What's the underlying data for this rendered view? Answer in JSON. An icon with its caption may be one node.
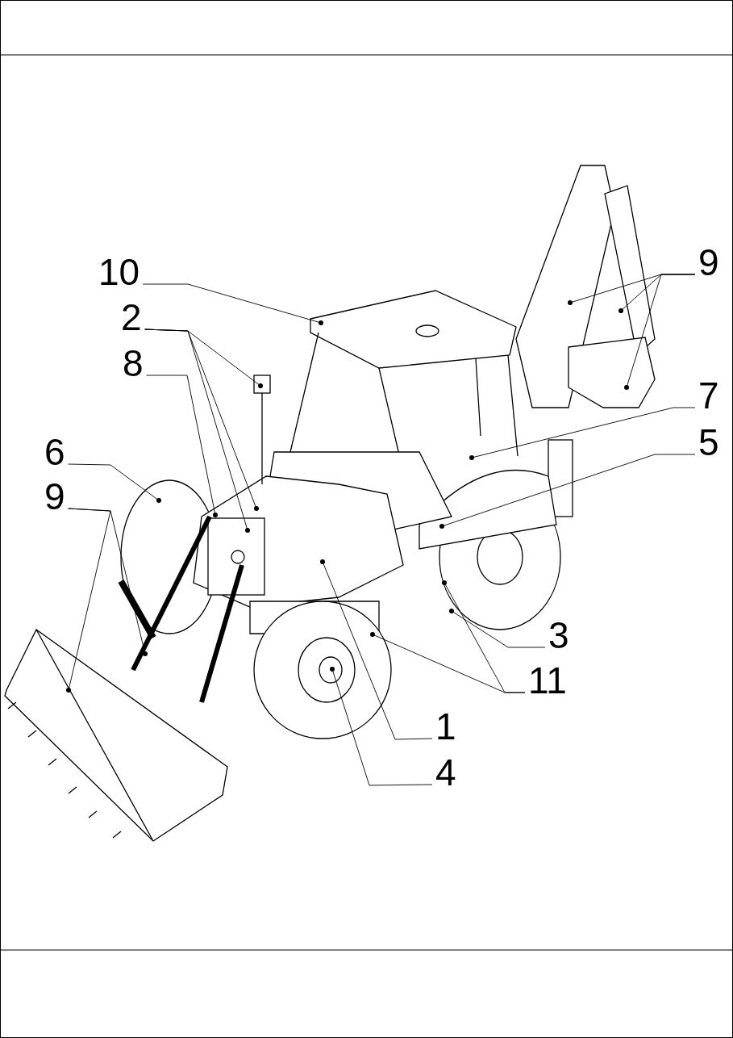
{
  "diagram": {
    "nodes": [
      {
        "text": [
          "9"
        ]
      },
      {
        "text": [
          "10"
        ]
      },
      {
        "text": [
          "2"
        ]
      },
      {
        "text": [
          "8"
        ]
      },
      {
        "text": [
          "7"
        ]
      },
      {
        "text": [
          "5"
        ]
      },
      {
        "text": [
          "6"
        ]
      },
      {
        "text": [
          "9"
        ]
      },
      {
        "text": [
          "3"
        ]
      },
      {
        "text": [
          "11"
        ]
      },
      {
        "text": [
          "1"
        ]
      },
      {
        "text": [
          "4"
        ]
      }
    ],
    "edges": [
      {
        "from": 0,
        "to": null,
        "arrow": "other"
      },
      {
        "from": 0,
        "to": null,
        "arrow": "other"
      },
      {
        "from": 0,
        "to": null,
        "arrow": "other"
      },
      {
        "from": 1,
        "to": null,
        "arrow": "other"
      },
      {
        "from": 2,
        "to": null,
        "arrow": "other"
      },
      {
        "from": 2,
        "to": null,
        "arrow": "other"
      },
      {
        "from": 2,
        "to": null,
        "arrow": "other"
      },
      {
        "from": 3,
        "to": null,
        "arrow": "other"
      },
      {
        "from": 4,
        "to": null,
        "arrow": "other"
      },
      {
        "from": 5,
        "to": null,
        "arrow": "other"
      },
      {
        "from": 6,
        "to": null,
        "arrow": "other"
      },
      {
        "from": 7,
        "to": null,
        "arrow": "other"
      },
      {
        "from": 7,
        "to": null,
        "arrow": "other"
      },
      {
        "from": 8,
        "to": null,
        "arrow": "other"
      },
      {
        "from": 9,
        "to": null,
        "arrow": "other"
      },
      {
        "from": 9,
        "to": null,
        "arrow": "other"
      },
      {
        "from": 10,
        "to": null,
        "arrow": "other"
      },
      {
        "from": 11,
        "to": null,
        "arrow": "other"
      }
    ]
  }
}
